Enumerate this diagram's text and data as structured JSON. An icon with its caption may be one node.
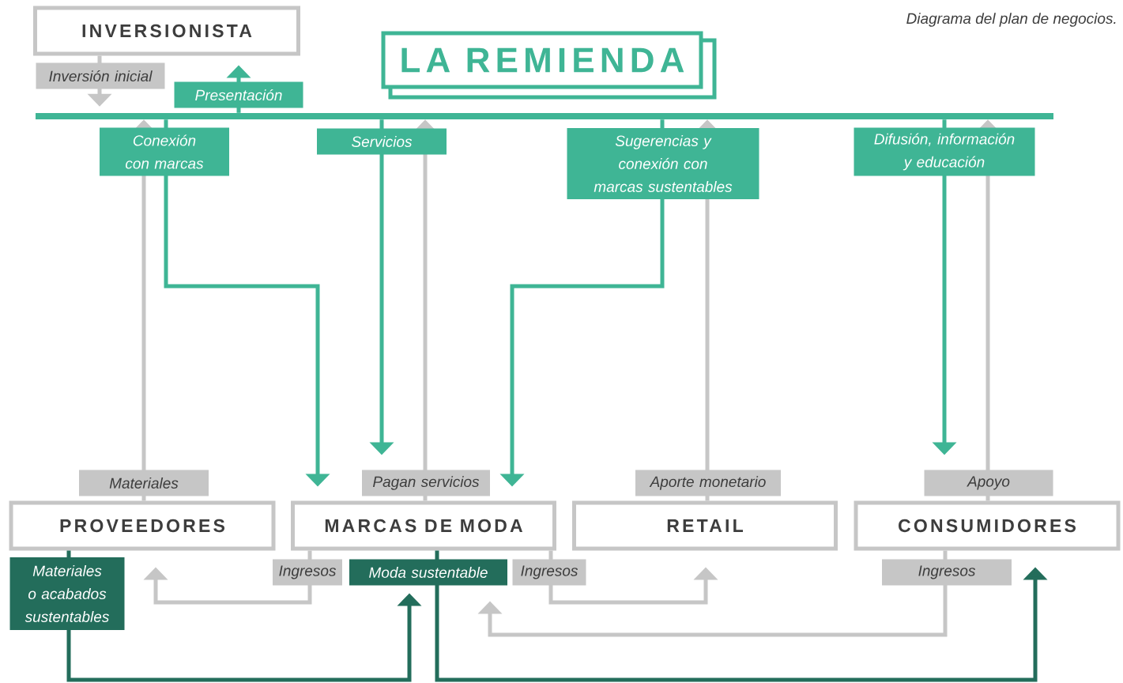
{
  "diagram": {
    "caption": "Diagrama del plan de negocios.",
    "nodes": [
      {
        "text": [
          "INVERSIONISTA"
        ]
      },
      {
        "text": [
          "LA REMIENDA"
        ]
      },
      {
        "text": [],
        "shape": "bar"
      },
      {
        "text": [
          "PROVEEDORES"
        ]
      },
      {
        "text": [
          "MARCAS DE MODA"
        ]
      },
      {
        "text": [
          "RETAIL"
        ]
      },
      {
        "text": [
          "CONSUMIDORES"
        ]
      }
    ],
    "edges": [
      {
        "from": 0,
        "to": 2,
        "arrow": "to",
        "label": "Inversión inicial"
      },
      {
        "from": 2,
        "to": 0,
        "arrow": "to",
        "label": "Presentación",
        "color": "#3fb595"
      },
      {
        "from": 2,
        "to": 4,
        "arrow": "to",
        "label": "Conexión con marcas",
        "color": "#3fb595"
      },
      {
        "from": 2,
        "to": 4,
        "arrow": "to",
        "label": "Servicios",
        "color": "#3fb595"
      },
      {
        "from": 2,
        "to": 4,
        "arrow": "to",
        "label": "Sugerencias y conexión con marcas sustentables",
        "color": "#3fb595"
      },
      {
        "from": 2,
        "to": 6,
        "arrow": "to",
        "label": "Difusión, información y educación",
        "color": "#3fb595"
      },
      {
        "from": 3,
        "to": 2,
        "arrow": "to",
        "label": "Materiales"
      },
      {
        "from": 4,
        "to": 2,
        "arrow": "to",
        "label": "Pagan servicios"
      },
      {
        "from": 5,
        "to": 2,
        "arrow": "to",
        "label": "Aporte monetario"
      },
      {
        "from": 6,
        "to": 2,
        "arrow": "to",
        "label": "Apoyo"
      },
      {
        "from": 4,
        "to": 3,
        "arrow": "to",
        "label": "Ingresos"
      },
      {
        "from": 3,
        "to": 4,
        "arrow": "to",
        "label": "Materiales o acabados sustentables",
        "color": "#236d5b"
      },
      {
        "from": 4,
        "to": 6,
        "arrow": "to",
        "label": "Moda sustentable",
        "color": "#236d5b"
      },
      {
        "from": 4,
        "to": 5,
        "arrow": "to",
        "label": "Ingresos"
      },
      {
        "from": 6,
        "to": 4,
        "arrow": "to",
        "label": "Ingresos"
      }
    ]
  }
}
